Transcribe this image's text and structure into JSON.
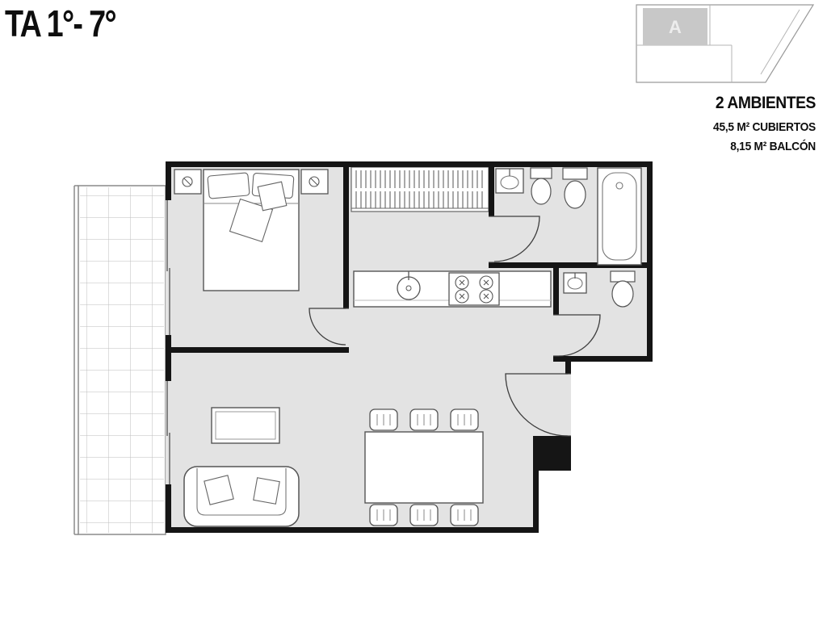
{
  "title": "TA 1°- 7°",
  "key_plan": {
    "unit_label": "A"
  },
  "legend": {
    "rooms": "2 AMBIENTES",
    "covered": "45,5 M² CUBIERTOS",
    "balcony": "8,15 M² BALCÓN"
  },
  "colors": {
    "floor": "#e3e3e3",
    "wall": "#151515",
    "key_unit": "#c8c8c8"
  }
}
